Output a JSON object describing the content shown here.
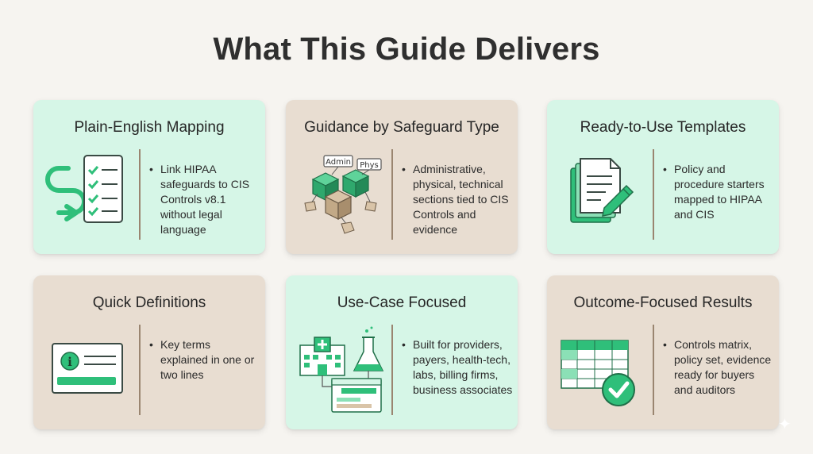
{
  "title": "What This Guide Delivers",
  "cards": [
    {
      "title": "Plain-English Mapping",
      "bullet": "•",
      "text": "Link HIPAA safeguards to CIS Controls v8.1 without legal language",
      "icon": "checklist-mapping-icon",
      "color": "#d6f6e7"
    },
    {
      "title": "Guidance by Safeguard Type",
      "bullet": "•",
      "text": "Administrative, physical, technical sections tied to CIS Controls and evidence",
      "icon": "safeguard-blocks-icon",
      "tags": [
        "Admin",
        "Phys"
      ],
      "color": "#e8ddd1"
    },
    {
      "title": "Ready-to-Use Templates",
      "bullet": "•",
      "text": "Policy and procedure starters mapped to HIPAA and CIS",
      "icon": "document-pen-icon",
      "color": "#d6f6e7"
    },
    {
      "title": "Quick Definitions",
      "bullet": "•",
      "text": "Key terms explained in one or two lines",
      "icon": "info-card-icon",
      "color": "#e8ddd1"
    },
    {
      "title": "Use-Case Focused",
      "bullet": "•",
      "text": "Built for providers, payers, health-tech, labs, billing firms, business associates",
      "icon": "hospital-lab-icon",
      "color": "#d6f6e7"
    },
    {
      "title": "Outcome-Focused Results",
      "bullet": "•",
      "text": "Controls matrix, policy set, evidence ready for buyers and auditors",
      "icon": "matrix-check-icon",
      "color": "#e8ddd1"
    }
  ],
  "accent": "#2fbf7a",
  "accent_dark": "#1f8a57"
}
